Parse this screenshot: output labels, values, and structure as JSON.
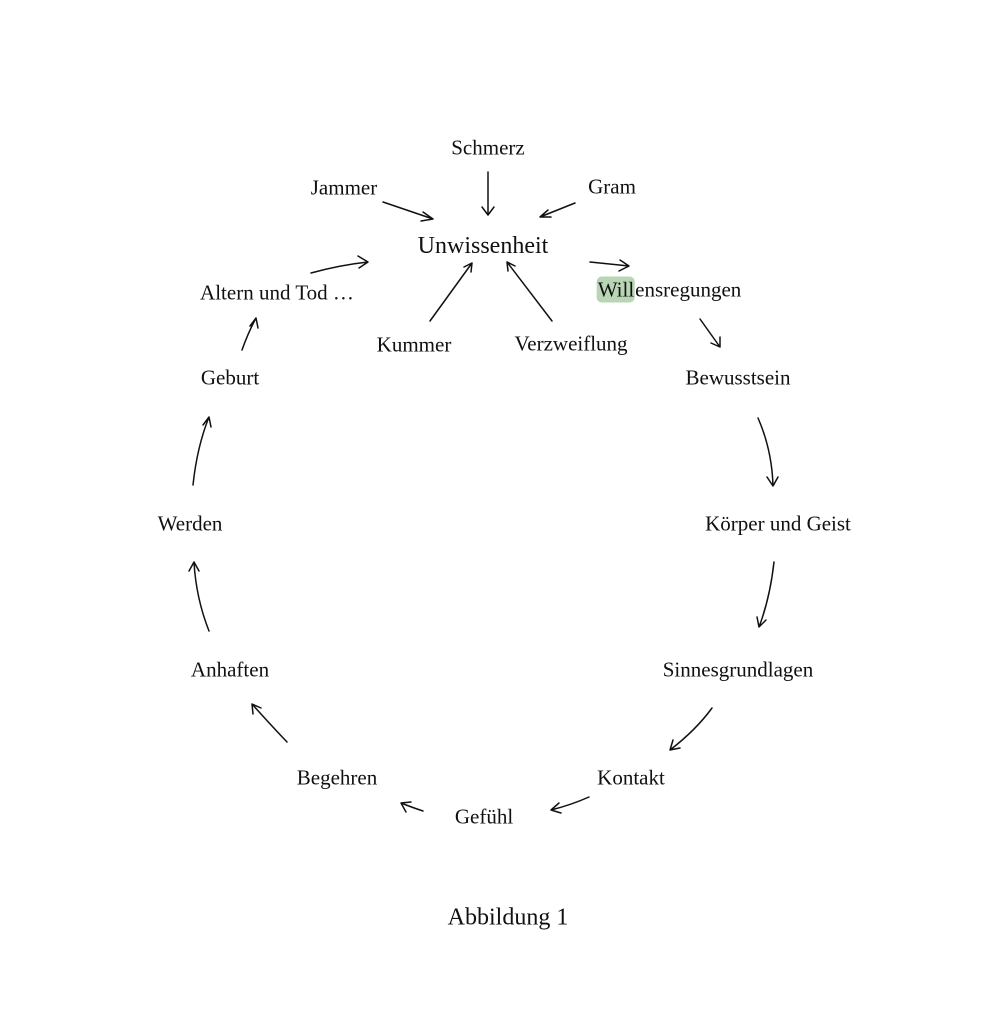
{
  "figure": {
    "center": "Unwissenheit",
    "inputs": {
      "schmerz": "Schmerz",
      "jammer": "Jammer",
      "gram": "Gram",
      "kummer": "Kummer",
      "verzweiflung": "Verzweiflung"
    },
    "cycle": {
      "willensregungen_highlighted_part": "Will",
      "willensregungen_rest": "ensregungen",
      "bewusstsein": "Bewusstsein",
      "koerper_und_geist": "Körper und Geist",
      "sinnesgrundlagen": "Sinnesgrundlagen",
      "kontakt": "Kontakt",
      "gefuehl": "Gefühl",
      "begehren": "Begehren",
      "anhaften": "Anhaften",
      "werden": "Werden",
      "geburt": "Geburt",
      "altern_und_tod": "Altern und Tod …"
    },
    "highlight_color": "#b9d6b4"
  },
  "caption": "Abbildung 1"
}
